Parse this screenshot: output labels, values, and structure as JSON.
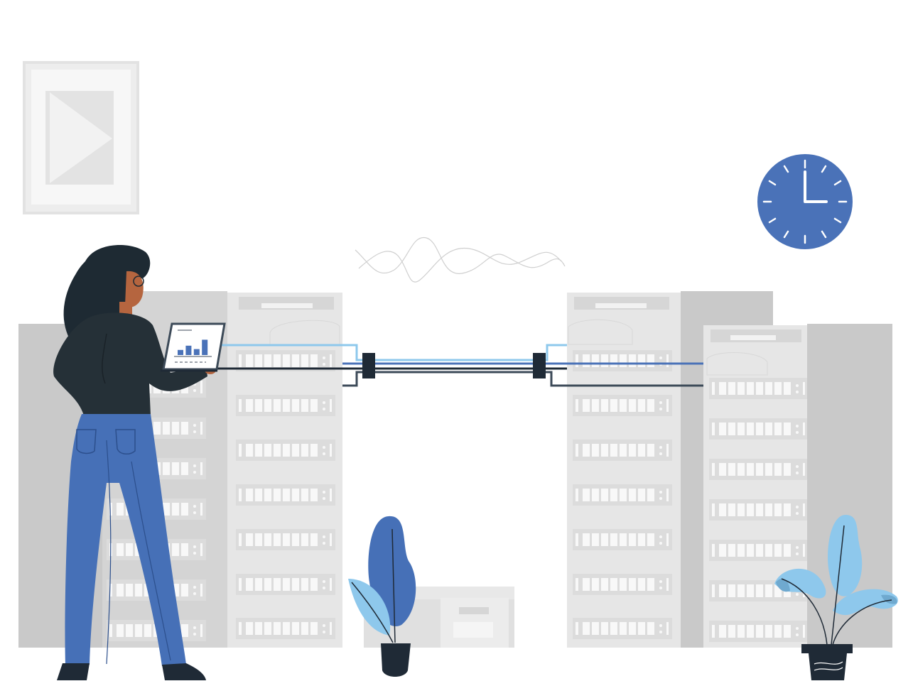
{
  "scene": {
    "title": "",
    "laptop_chart": {
      "bars": [
        0.3,
        0.55,
        0.35,
        0.9
      ]
    }
  },
  "colors": {
    "rack_dark": "#c9c9c9",
    "rack_light": "#e6e6e6",
    "slot": "#f5f5f5",
    "accent_blue": "#4a72b8",
    "light_blue": "#8ec8ec",
    "navy": "#1f2a36",
    "slate": "#3c4a58",
    "skin": "#b5653f",
    "hair": "#1e2a33",
    "shirt": "#253037",
    "jeans": "#4670b7"
  },
  "icons": {
    "picture": "picture-frame-icon",
    "clock": "wall-clock-icon"
  }
}
